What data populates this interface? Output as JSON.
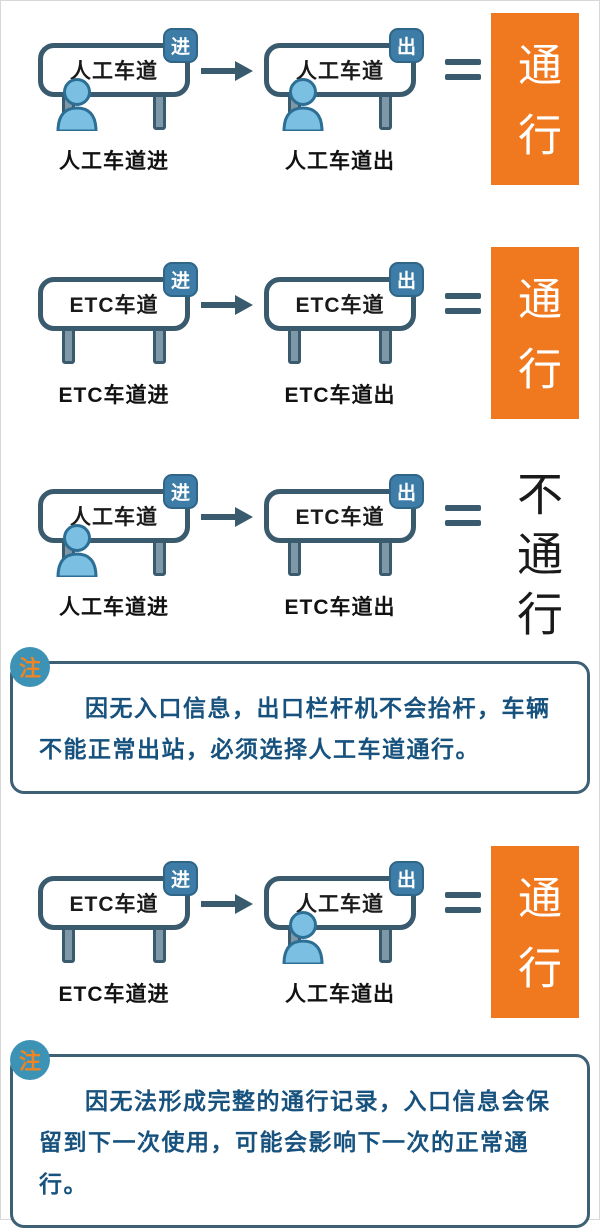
{
  "colors": {
    "sign_border": "#3a5a6e",
    "badge_bg": "#3d7ca6",
    "leg_fill": "#7f98a8",
    "person_fill": "#7bc0e3",
    "person_stroke": "#2d6e94",
    "pass_bg": "#f0791f",
    "pass_text_color": "#ffffff",
    "nopass_text_color": "#1a1a1a",
    "note_border": "#3d6075",
    "note_badge_bg": "#3d93b5",
    "note_badge_text_color": "#ef8425",
    "note_text_color": "#17527e"
  },
  "icons": {
    "arrow": "arrow-right-icon",
    "equals": "equals-sign",
    "person": "person-icon"
  },
  "rows": [
    {
      "left": {
        "board": "人工车道",
        "badge": "进",
        "label": "人工车道进",
        "person": true
      },
      "right": {
        "board": "人工车道",
        "badge": "出",
        "label": "人工车道出",
        "person": true
      },
      "result": {
        "type": "pass",
        "text": "通行"
      }
    },
    {
      "left": {
        "board": "ETC车道",
        "badge": "进",
        "label": "ETC车道进",
        "person": false
      },
      "right": {
        "board": "ETC车道",
        "badge": "出",
        "label": "ETC车道出",
        "person": false
      },
      "result": {
        "type": "pass",
        "text": "通行"
      }
    },
    {
      "left": {
        "board": "人工车道",
        "badge": "进",
        "label": "人工车道进",
        "person": true
      },
      "right": {
        "board": "ETC车道",
        "badge": "出",
        "label": "ETC车道出",
        "person": false
      },
      "result": {
        "type": "no-pass",
        "text": "不通行"
      }
    },
    {
      "left": {
        "board": "ETC车道",
        "badge": "进",
        "label": "ETC车道进",
        "person": false
      },
      "right": {
        "board": "人工车道",
        "badge": "出",
        "label": "人工车道出",
        "person": true
      },
      "result": {
        "type": "pass",
        "text": "通行"
      }
    }
  ],
  "notes": [
    {
      "badge": "注",
      "text": "因无入口信息，出口栏杆机不会抬杆，车辆不能正常出站，必须选择人工车道通行。"
    },
    {
      "badge": "注",
      "text": "因无法形成完整的通行记录，入口信息会保留到下一次使用，可能会影响下一次的正常通行。"
    }
  ]
}
